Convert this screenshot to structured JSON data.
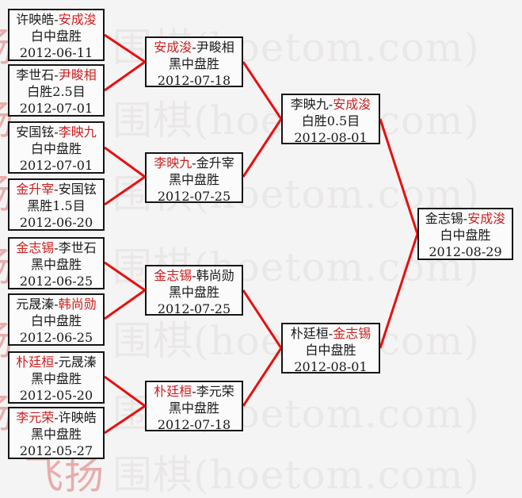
{
  "watermark": {
    "red_text": "飞扬",
    "gray_text": "围棋(hoetom.com)"
  },
  "separator": "-",
  "colors": {
    "background": "#f5f4f4",
    "connector_line": "#e81010",
    "winner_name": "#cc1f1f",
    "box_border": "#151515",
    "watermark_gray": "#eae7e7",
    "watermark_red": "#e7adad"
  },
  "rounds": {
    "r16": [
      {
        "p1": "许映皓",
        "p2": "安成浚",
        "w1": false,
        "w2": true,
        "result": "白中盘胜",
        "date": "2012-06-11"
      },
      {
        "p1": "李世石",
        "p2": "尹畯相",
        "w1": false,
        "w2": true,
        "result": "白胜2.5目",
        "date": "2012-07-01"
      },
      {
        "p1": "安国铉",
        "p2": "李映九",
        "w1": false,
        "w2": true,
        "result": "白中盘胜",
        "date": "2012-07-01"
      },
      {
        "p1": "金升宰",
        "p2": "安国铉",
        "w1": true,
        "w2": false,
        "result": "黑胜1.5目",
        "date": "2012-06-20"
      },
      {
        "p1": "金志锡",
        "p2": "李世石",
        "w1": true,
        "w2": false,
        "result": "黑中盘胜",
        "date": "2012-06-25"
      },
      {
        "p1": "元晟溱",
        "p2": "韩尚勋",
        "w1": false,
        "w2": true,
        "result": "白中盘胜",
        "date": "2012-06-25"
      },
      {
        "p1": "朴廷桓",
        "p2": "元晟溱",
        "w1": true,
        "w2": false,
        "result": "黑中盘胜",
        "date": "2012-05-20"
      },
      {
        "p1": "李元荣",
        "p2": "许映皓",
        "w1": true,
        "w2": false,
        "result": "黑中盘胜",
        "date": "2012-05-27"
      }
    ],
    "qf": [
      {
        "p1": "安成浚",
        "p2": "尹畯相",
        "w1": true,
        "w2": false,
        "result": "黑中盘胜",
        "date": "2012-07-18"
      },
      {
        "p1": "李映九",
        "p2": "金升宰",
        "w1": true,
        "w2": false,
        "result": "黑中盘胜",
        "date": "2012-07-25"
      },
      {
        "p1": "金志锡",
        "p2": "韩尚勋",
        "w1": true,
        "w2": false,
        "result": "黑中盘胜",
        "date": "2012-07-25"
      },
      {
        "p1": "朴廷桓",
        "p2": "李元荣",
        "w1": true,
        "w2": false,
        "result": "黑中盘胜",
        "date": "2012-07-18"
      }
    ],
    "sf": [
      {
        "p1": "李映九",
        "p2": "安成浚",
        "w1": false,
        "w2": true,
        "result": "白胜0.5目",
        "date": "2012-08-01"
      },
      {
        "p1": "朴廷桓",
        "p2": "金志锡",
        "w1": false,
        "w2": true,
        "result": "白中盘胜",
        "date": "2012-08-01"
      }
    ],
    "final": [
      {
        "p1": "金志锡",
        "p2": "安成浚",
        "w1": false,
        "w2": true,
        "result": "白中盘胜",
        "date": "2012-08-29"
      }
    ]
  }
}
